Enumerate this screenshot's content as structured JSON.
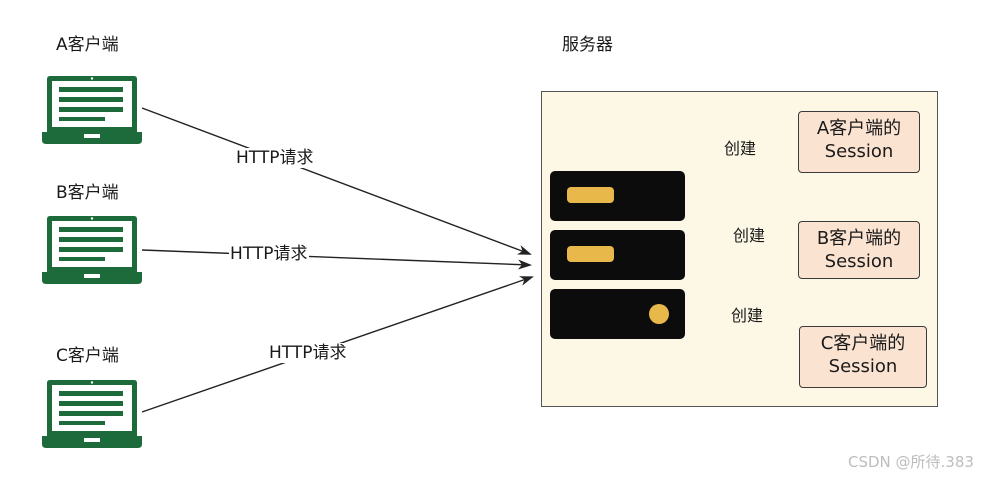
{
  "clients": [
    {
      "id": "a",
      "label": "A客户端"
    },
    {
      "id": "b",
      "label": "B客户端"
    },
    {
      "id": "c",
      "label": "C客户端"
    }
  ],
  "server": {
    "label": "服务器"
  },
  "requests": [
    {
      "label": "HTTP请求"
    },
    {
      "label": "HTTP请求"
    },
    {
      "label": "HTTP请求"
    }
  ],
  "creates": [
    {
      "label": "创建"
    },
    {
      "label": "创建"
    },
    {
      "label": "创建"
    }
  ],
  "sessions": [
    {
      "line1": "A客户端的",
      "line2": "Session"
    },
    {
      "line1": "B客户端的",
      "line2": "Session"
    },
    {
      "line1": "C客户端的",
      "line2": "Session"
    }
  ],
  "watermark": "CSDN @所待.383",
  "colors": {
    "laptop": "#1d6b3a",
    "server_bg": "#fdf8e6",
    "rack": "#0c0c0c",
    "rack_accent": "#e8b84a",
    "session_bg": "#fbe3d2"
  }
}
